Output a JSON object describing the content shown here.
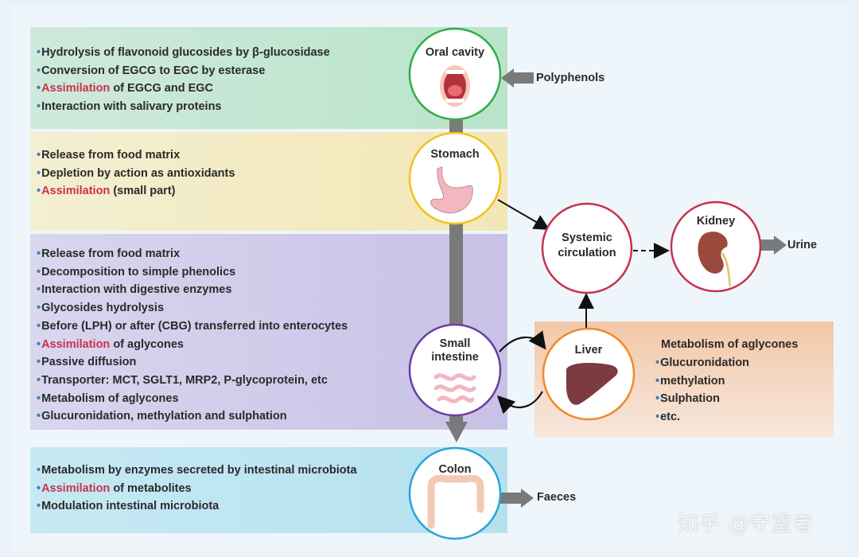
{
  "oral": {
    "node_label": "Oral cavity",
    "items": [
      {
        "pre": "",
        "highlight": "",
        "text": "Hydrolysis of  flavonoid glucosides by β-glucosidase"
      },
      {
        "pre": "",
        "highlight": "",
        "text": "Conversion of EGCG to EGC by esterase"
      },
      {
        "pre": "",
        "highlight": "Assimilation",
        "text": " of EGCG and EGC"
      },
      {
        "pre": "",
        "highlight": "",
        "text": "Interaction with salivary proteins"
      }
    ],
    "input_label": "Polyphenols"
  },
  "stomach": {
    "node_label": "Stomach",
    "items": [
      {
        "highlight": "",
        "text": "Release from food matrix"
      },
      {
        "highlight": "",
        "text": "Depletion by action as antioxidants"
      },
      {
        "highlight": "Assimilation",
        "text": " (small part)"
      }
    ]
  },
  "small_intestine": {
    "node_label_1": "Small",
    "node_label_2": "intestine",
    "items": [
      {
        "highlight": "",
        "text": "Release from food matrix"
      },
      {
        "highlight": "",
        "text": "Decomposition to simple phenolics"
      },
      {
        "highlight": "",
        "text": "Interaction with digestive enzymes"
      },
      {
        "highlight": "",
        "text": "Glycosides hydrolysis"
      },
      {
        "highlight": "",
        "text": "Before (LPH) or after (CBG) transferred into enterocytes"
      },
      {
        "highlight": "Assimilation",
        "text": " of aglycones"
      },
      {
        "highlight": "",
        "text": "Passive diffusion"
      },
      {
        "highlight": "",
        "text": "Transporter: MCT, SGLT1, MRP2, P-glycoprotein, etc"
      },
      {
        "highlight": "",
        "text": "Metabolism of aglycones"
      },
      {
        "highlight": "",
        "text": "Glucuronidation, methylation and sulphation"
      }
    ]
  },
  "colon": {
    "node_label": "Colon",
    "items": [
      {
        "highlight": "",
        "text": "Metabolism by enzymes secreted by intestinal microbiota"
      },
      {
        "highlight": "Assimilation",
        "text": " of metabolites"
      },
      {
        "highlight": "",
        "text": "Modulation intestinal microbiota"
      }
    ],
    "output_label": "Faeces"
  },
  "liver": {
    "node_label": "Liver",
    "title": "Metabolism of aglycones",
    "items": [
      "Glucuronidation",
      "methylation",
      "Sulphation",
      "etc."
    ]
  },
  "systemic": {
    "node_label_1": "Systemic",
    "node_label_2": "circulation"
  },
  "kidney": {
    "node_label": "Kidney",
    "output_label": "Urine"
  },
  "watermark": "知乎 @守望者",
  "colors": {
    "oral_ring": "#2fae4a",
    "stomach_ring": "#f0c419",
    "small_ring": "#6b3fa0",
    "colon_ring": "#29a6d6",
    "liver_ring": "#ef8a2a",
    "systemic_ring": "#c8324d",
    "kidney_ring": "#c8324d",
    "highlight": "#c8324d",
    "arrow_grey": "#7a7a7a"
  }
}
